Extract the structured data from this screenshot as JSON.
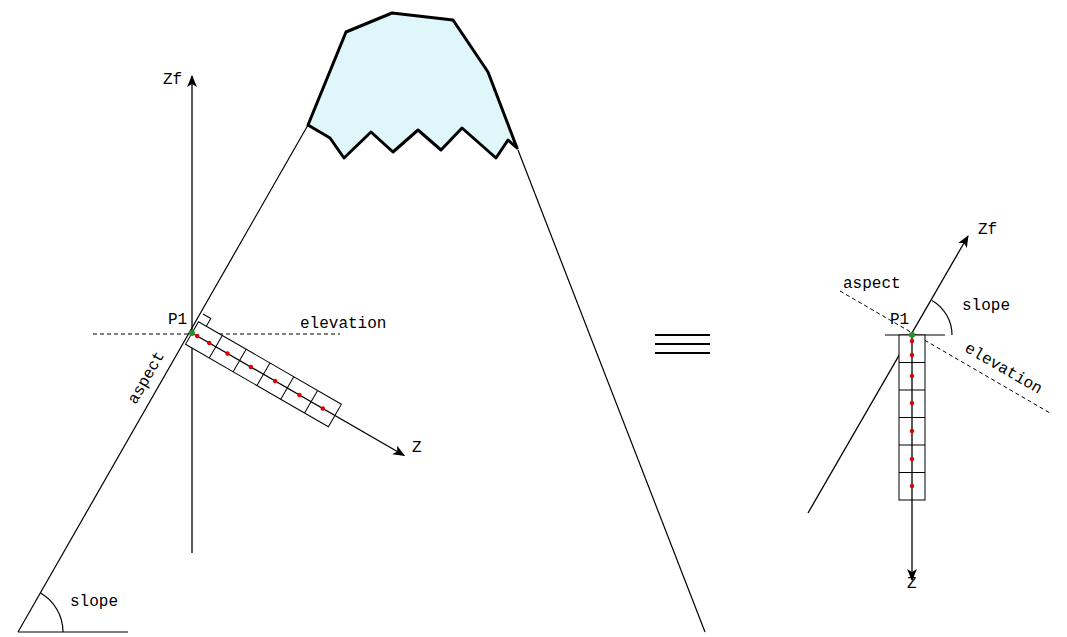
{
  "diagram": {
    "labels": [
      "Zf",
      "P1",
      "elevation",
      "aspect",
      "Z",
      "slope",
      "Zf",
      "aspect",
      "slope",
      "P1",
      "elevation",
      "Z"
    ]
  }
}
